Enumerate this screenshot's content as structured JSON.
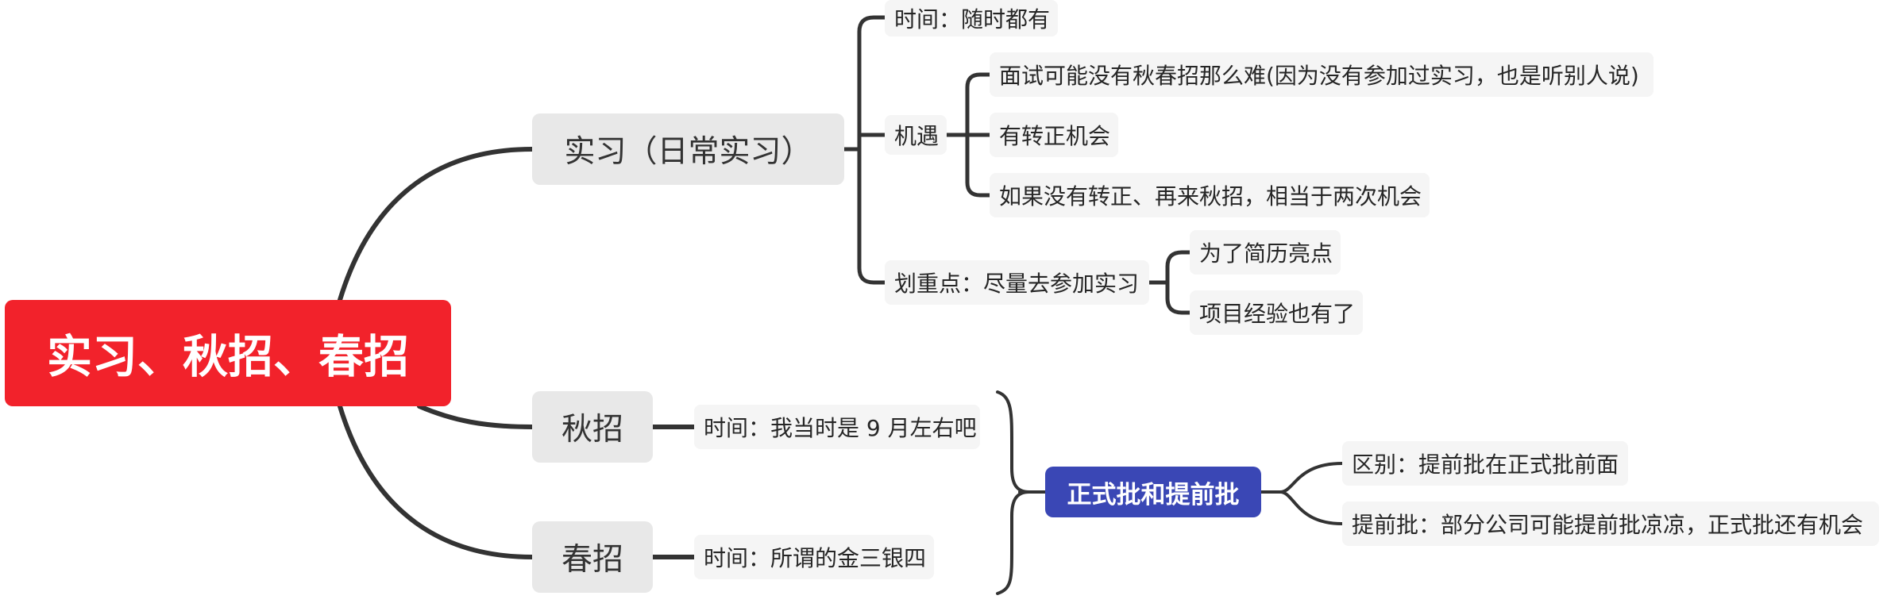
{
  "root": {
    "label": "实习、秋招、春招",
    "color": "#f2222b"
  },
  "internship": {
    "label": "实习（日常实习）",
    "time": "时间：随时都有",
    "opportunity": {
      "label": "机遇",
      "items": [
        "面试可能没有秋春招那么难(因为没有参加过实习，也是听别人说)",
        "有转正机会",
        "如果没有转正、再来秋招，相当于两次机会"
      ]
    },
    "key_point": {
      "label": "划重点：尽量去参加实习",
      "items": [
        "为了简历亮点",
        "项目经验也有了"
      ]
    }
  },
  "autumn": {
    "label": "秋招",
    "time": "时间：我当时是 9 月左右吧"
  },
  "spring": {
    "label": "春招",
    "time": "时间：所谓的金三银四"
  },
  "summary": {
    "label": "正式批和提前批",
    "color": "#3a47b5",
    "items": [
      "区别：提前批在正式批前面",
      "提前批：部分公司可能提前批凉凉，正式批还有机会"
    ]
  }
}
